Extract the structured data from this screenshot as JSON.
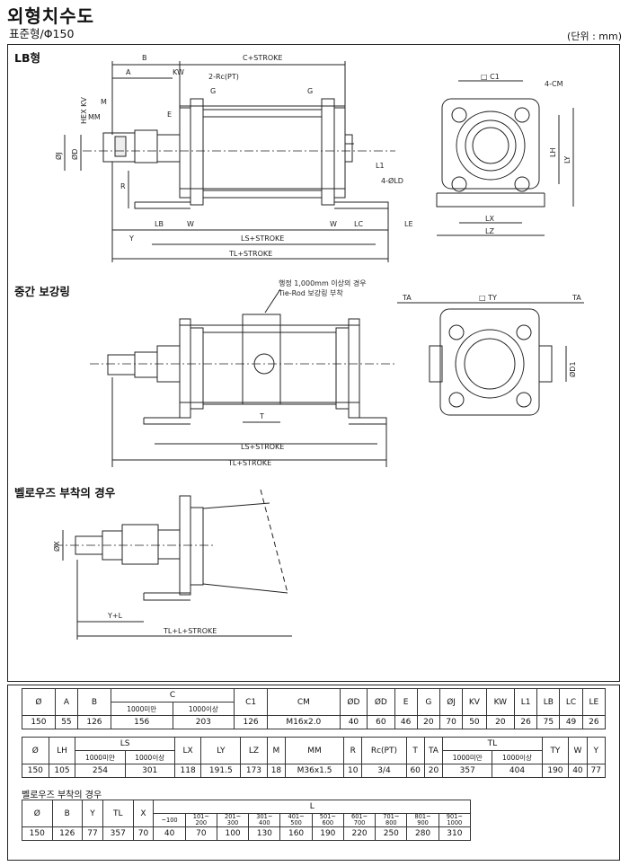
{
  "header": {
    "title": "외형치수도",
    "subtitle": "표준형/Φ150",
    "unit": "(단위 : mm)"
  },
  "sections": {
    "lb": "LB형",
    "mid": "중간 보강링",
    "bellows": "벨로우즈 부착의 경우"
  },
  "drawing_lb": {
    "B": "B",
    "C_STROKE": "C+STROKE",
    "A": "A",
    "KW": "KW",
    "Rc": "2-Rc(PT)",
    "G": "G",
    "G2": "G",
    "CM": "4-CM",
    "C1": "□ C1",
    "M": "M",
    "HEXKV": "HEX KV",
    "MM": "MM",
    "E": "E",
    "PJ": "ØJ",
    "PD": "ØD",
    "L1": "L1",
    "LD": "4-ØLD",
    "R": "R",
    "LB": "LB",
    "W": "W",
    "W2": "W",
    "LC": "LC",
    "LE": "LE",
    "Y": "Y",
    "LS": "LS+STROKE",
    "TL": "TL+STROKE",
    "LY": "LY",
    "LH": "LH",
    "LX": "LX",
    "LZ": "LZ"
  },
  "drawing_mid": {
    "note1": "행정 1,000mm 이상의 경우",
    "note2": "Tie-Rod 보강링 부착",
    "T": "T",
    "LS": "LS+STROKE",
    "TL": "TL+STROKE",
    "TA": "TA",
    "TA2": "TA",
    "TY": "□ TY",
    "D1": "ØD1"
  },
  "drawing_bellows": {
    "X": "ØX",
    "YL": "Y+L",
    "TLL": "TL+L+STROKE"
  },
  "table1": {
    "headers": [
      "Ø",
      "A",
      "B",
      "C",
      "C1",
      "CM",
      "ØD",
      "ØD",
      "E",
      "G",
      "ØJ",
      "KV",
      "KW",
      "L1",
      "LB",
      "LC",
      "LE"
    ],
    "c_sub": [
      "1000미만",
      "1000이상"
    ],
    "row": [
      "150",
      "55",
      "126",
      "156",
      "203",
      "126",
      "M16x2.0",
      "40",
      "60",
      "46",
      "20",
      "70",
      "50",
      "20",
      "26",
      "75",
      "49",
      "26"
    ]
  },
  "table2": {
    "headers": [
      "Ø",
      "LH",
      "LS",
      "LX",
      "LY",
      "LZ",
      "M",
      "MM",
      "R",
      "Rc(PT)",
      "T",
      "TA",
      "TL",
      "TY",
      "W",
      "Y"
    ],
    "ls_sub": [
      "1000미만",
      "1000이상"
    ],
    "tl_sub": [
      "1000미만",
      "1000이상"
    ],
    "row": [
      "150",
      "105",
      "254",
      "301",
      "118",
      "191.5",
      "173",
      "18",
      "M36x1.5",
      "10",
      "3/4",
      "60",
      "20",
      "357",
      "404",
      "190",
      "40",
      "77"
    ]
  },
  "table3": {
    "caption": "벨로우즈 부착의 경우",
    "headers": [
      "Ø",
      "B",
      "Y",
      "TL",
      "X",
      "L"
    ],
    "l_sub": [
      [
        "~100",
        ""
      ],
      [
        "101~",
        "200"
      ],
      [
        "201~",
        "300"
      ],
      [
        "301~",
        "400"
      ],
      [
        "401~",
        "500"
      ],
      [
        "501~",
        "600"
      ],
      [
        "601~",
        "700"
      ],
      [
        "701~",
        "800"
      ],
      [
        "801~",
        "900"
      ],
      [
        "901~",
        "1000"
      ]
    ],
    "row": [
      "150",
      "126",
      "77",
      "357",
      "70",
      "40",
      "70",
      "100",
      "130",
      "160",
      "190",
      "220",
      "250",
      "280",
      "310"
    ]
  }
}
